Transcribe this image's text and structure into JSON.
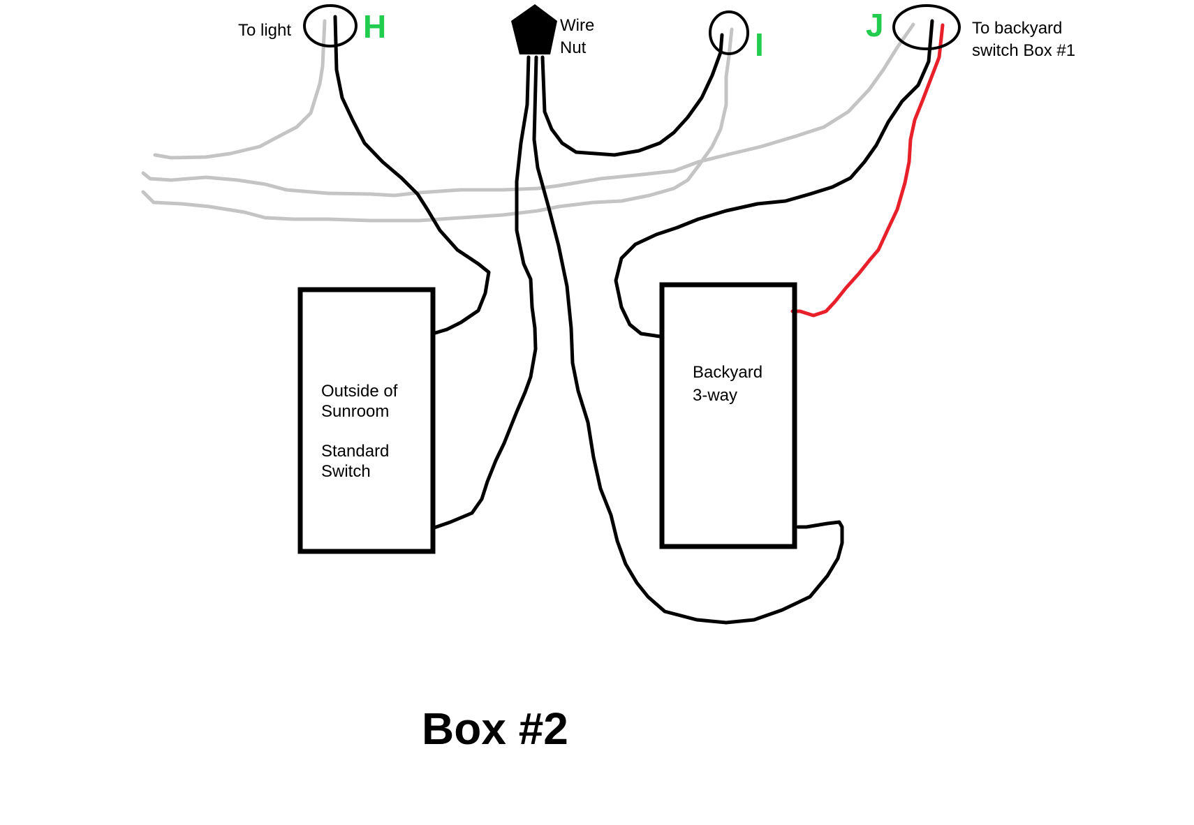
{
  "title": "Box #2",
  "labels": {
    "to_light": "To light",
    "wire_nut_line1": "Wire",
    "wire_nut_line2": "Nut",
    "to_backyard_line1": "To backyard",
    "to_backyard_line2": "switch Box #1"
  },
  "tags": {
    "h": "H",
    "i": "I",
    "j": "J"
  },
  "switches": {
    "standard": {
      "line1": "Outside of",
      "line2": "Sunroom",
      "line3": "Standard",
      "line4": "Switch"
    },
    "three_way": {
      "line1": "Backyard",
      "line2": "3-way"
    }
  },
  "colors": {
    "hot_wire": "#000000",
    "neutral_wire": "#c4c4c4",
    "traveler_wire": "#e8202a",
    "tag": "#22cc4e"
  }
}
